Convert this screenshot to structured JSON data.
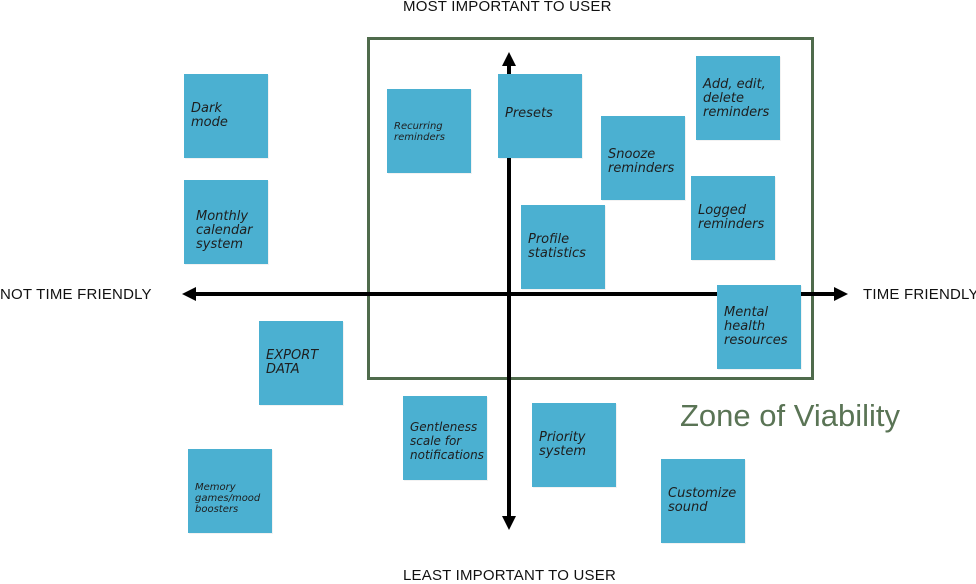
{
  "axes": {
    "top": "MOST IMPORTANT TO USER",
    "bottom": "LEAST IMPORTANT TO USER",
    "left": "NOT TIME FRIENDLY",
    "right": "TIME FRIENDLY"
  },
  "zone": {
    "title": "Zone of Viability"
  },
  "colors": {
    "note": "#4bb0d1",
    "zone": "#4f6b4c",
    "axis": "#000000"
  },
  "notes": [
    {
      "id": "dark-mode",
      "text": "Dark\nmode"
    },
    {
      "id": "monthly-calendar",
      "text": "Monthly\ncalendar\nsystem"
    },
    {
      "id": "export-data",
      "text": "EXPORT\nDATA"
    },
    {
      "id": "memory-games",
      "text": "Memory\ngames/mood\nboosters"
    },
    {
      "id": "recurring-reminders",
      "text": "Recurring\nreminders"
    },
    {
      "id": "presets",
      "text": "Presets"
    },
    {
      "id": "add-edit-delete",
      "text": "Add, edit,\ndelete\nreminders"
    },
    {
      "id": "snooze-reminders",
      "text": "Snooze\nreminders"
    },
    {
      "id": "profile-statistics",
      "text": "Profile\nstatistics"
    },
    {
      "id": "logged-reminders",
      "text": "Logged\nreminders"
    },
    {
      "id": "mental-health",
      "text": "Mental\nhealth\nresources"
    },
    {
      "id": "gentleness-scale",
      "text": "Gentleness\nscale for\nnotifications"
    },
    {
      "id": "priority-system",
      "text": "Priority\nsystem"
    },
    {
      "id": "customize-sound",
      "text": "Customize\nsound"
    }
  ]
}
